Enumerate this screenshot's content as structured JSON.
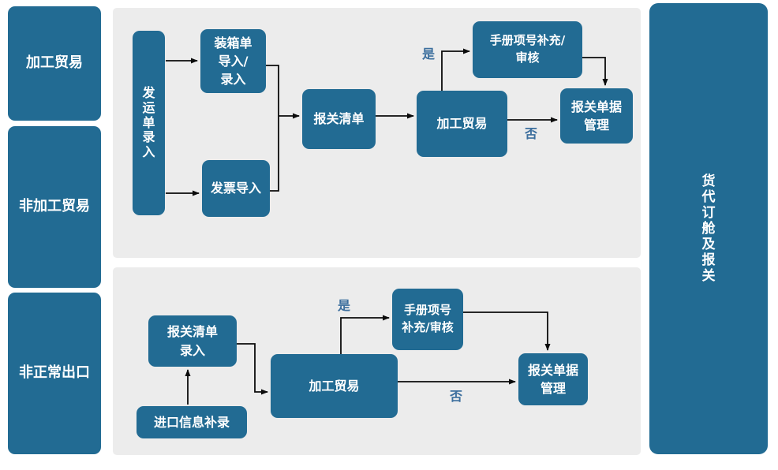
{
  "colors": {
    "node_fill": "#226B93",
    "panel_bg": "#ECECEC",
    "page_bg": "#FFFFFF",
    "node_text": "#FFFFFF",
    "decision_text": "#3D6F9E",
    "arrow": "#0B0B0B"
  },
  "lanes": {
    "processing_trade": "加工贸易",
    "non_processing_trade": "非加工贸易",
    "abnormal_export": "非正常出口"
  },
  "right_lane": {
    "label": "货代订舱及报关"
  },
  "top_flow": {
    "shipment_entry": "发运单录入",
    "packing_list_import": "装箱单\n导入/\n录入",
    "invoice_import": "发票导入",
    "declaration_list": "报关清单",
    "processing_trade": "加工贸易",
    "manual_item_supplement": "手册项号补充/\n审核",
    "declaration_doc_mgmt": "报关单据\n管理",
    "yes_label": "是",
    "no_label": "否"
  },
  "bottom_flow": {
    "declaration_list_entry": "报关清单\n录入",
    "import_info_supplement": "进口信息补录",
    "processing_trade": "加工贸易",
    "manual_item_supplement": "手册项号\n补充/审核",
    "declaration_doc_mgmt": "报关单据\n管理",
    "yes_label": "是",
    "no_label": "否"
  }
}
